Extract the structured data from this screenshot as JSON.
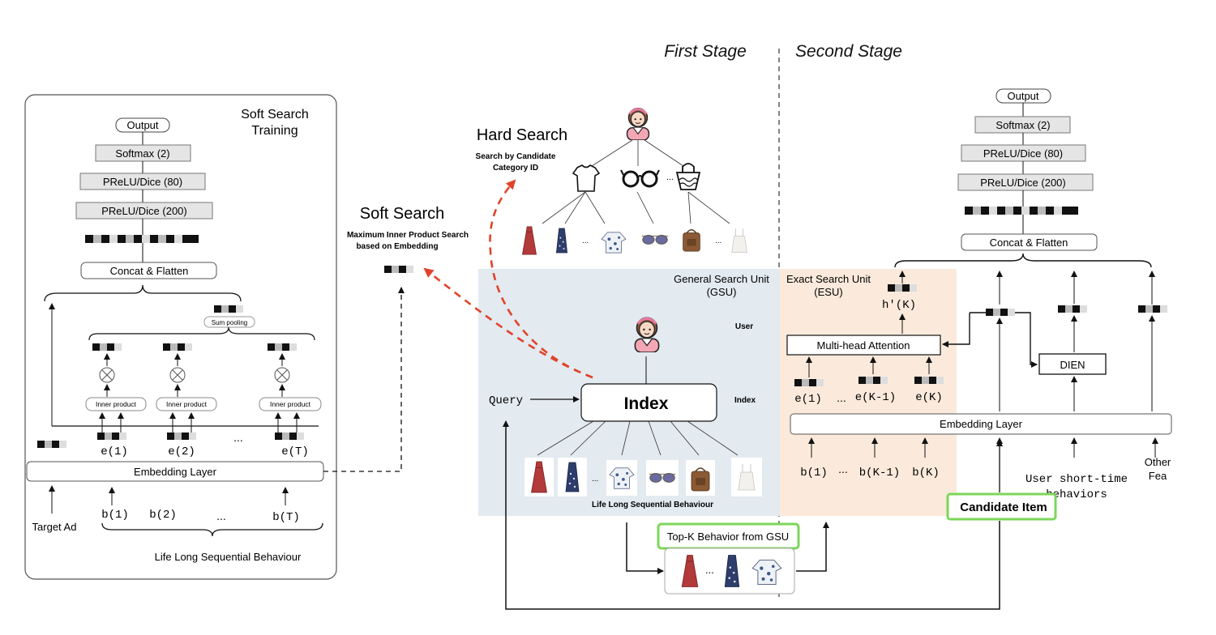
{
  "stages": {
    "first": "First Stage",
    "second": "Second Stage"
  },
  "left_panel": {
    "title_line1": "Soft Search",
    "title_line2": "Training",
    "output": "Output",
    "softmax": "Softmax (2)",
    "prelu80": "PReLU/Dice (80)",
    "prelu200": "PReLU/Dice (200)",
    "concat": "Concat & Flatten",
    "sum_pooling": "Sum pooling",
    "inner_product": "Inner product",
    "e1": "e(1)",
    "e2": "e(2)",
    "eT": "e(T)",
    "dots": "...",
    "embedding": "Embedding Layer",
    "target_ad": "Target Ad",
    "b1": "b(1)",
    "b2": "b(2)",
    "bT": "b(T)",
    "life_long": "Life Long Sequential Behaviour"
  },
  "soft_search": {
    "title": "Soft Search",
    "sub1": "Maximum Inner Product Search",
    "sub2": "based on Embedding"
  },
  "hard_search": {
    "title": "Hard Search",
    "sub1": "Search by Candidate",
    "sub2": "Category ID"
  },
  "gsu": {
    "title1": "General Search Unit",
    "title2": "(GSU)",
    "user": "User",
    "index_label": "Index",
    "index_box": "Index",
    "query": "Query",
    "life_long": "Life Long Sequential Behaviour",
    "dots": "..."
  },
  "esu": {
    "title1": "Exact Search Unit",
    "title2": "(ESU)",
    "hK": "h′(K)",
    "mha": "Multi-head Attention",
    "e1": "e(1)",
    "eK1": "e(K-1)",
    "eK": "e(K)",
    "b1": "b(1)",
    "bK1": "b(K-1)",
    "bK": "b(K)",
    "dots": "..."
  },
  "right_panel": {
    "output": "Output",
    "softmax": "Softmax (2)",
    "prelu80": "PReLU/Dice (80)",
    "prelu200": "PReLU/Dice (200)",
    "concat": "Concat & Flatten",
    "dien": "DIEN",
    "embedding": "Embedding Layer",
    "user_short1": "User short-time",
    "user_short2": "behaviors",
    "other1": "Other",
    "other2": "Fea",
    "candidate": "Candidate Item"
  },
  "topk": {
    "label": "Top-K Behavior from GSU",
    "dots": "..."
  },
  "colors": {
    "gsu_bg": "#e3eaf0",
    "esu_bg": "#fbeadb",
    "red_dash": "#e0442b",
    "green_box": "#7dd65a",
    "layer_gray": "#e5e5e5"
  },
  "icons": [
    "user-avatar-icon",
    "tshirt-icon",
    "glasses-icon",
    "handbag-icon",
    "dress-icon",
    "blouse-icon",
    "sunglasses-icon",
    "backpack-icon",
    "drawstring-bag-icon"
  ]
}
